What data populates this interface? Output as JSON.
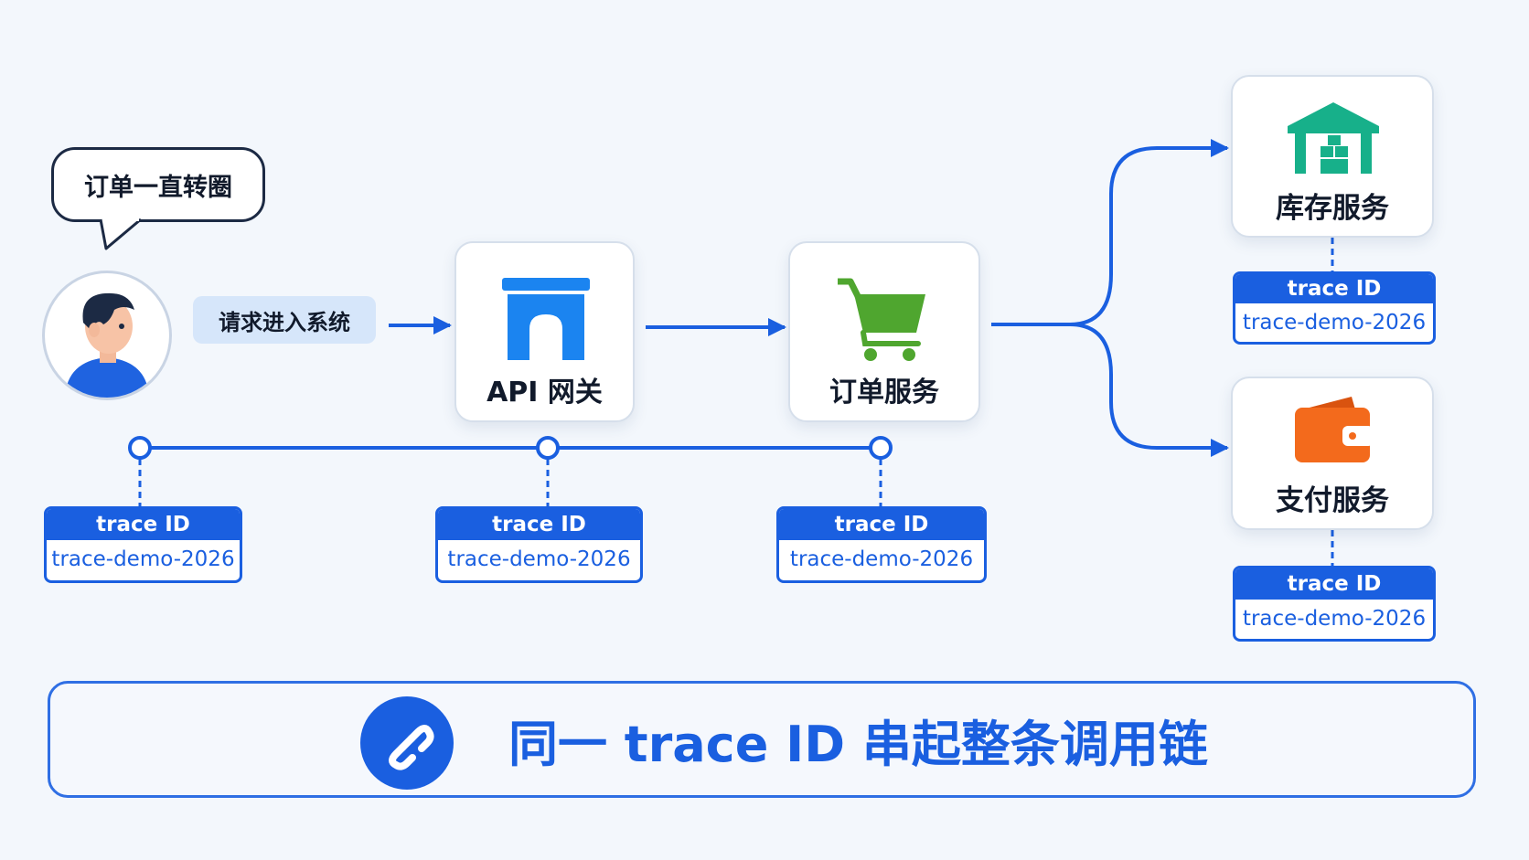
{
  "speech_bubble": "订单一直转圈",
  "request_label": "请求进入系统",
  "nodes": {
    "gateway": {
      "label": "API 网关",
      "icon": "gateway-arch-icon"
    },
    "order": {
      "label": "订单服务",
      "icon": "shopping-cart-icon"
    },
    "inventory": {
      "label": "库存服务",
      "icon": "warehouse-icon"
    },
    "payment": {
      "label": "支付服务",
      "icon": "wallet-icon"
    }
  },
  "trace_tags": [
    {
      "title": "trace ID",
      "value": "trace-demo-2026"
    },
    {
      "title": "trace ID",
      "value": "trace-demo-2026"
    },
    {
      "title": "trace ID",
      "value": "trace-demo-2026"
    },
    {
      "title": "trace ID",
      "value": "trace-demo-2026"
    },
    {
      "title": "trace ID",
      "value": "trace-demo-2026"
    }
  ],
  "banner": {
    "text": "同一 trace ID 串起整条调用链",
    "icon": "link-chain-icon"
  },
  "colors": {
    "accent": "#1a5fe0",
    "gateway_icon": "#1b84f0",
    "cart_icon": "#4fa62f",
    "warehouse_icon": "#17b08a",
    "wallet_icon": "#f36a1c",
    "background": "#f3f7fc"
  }
}
